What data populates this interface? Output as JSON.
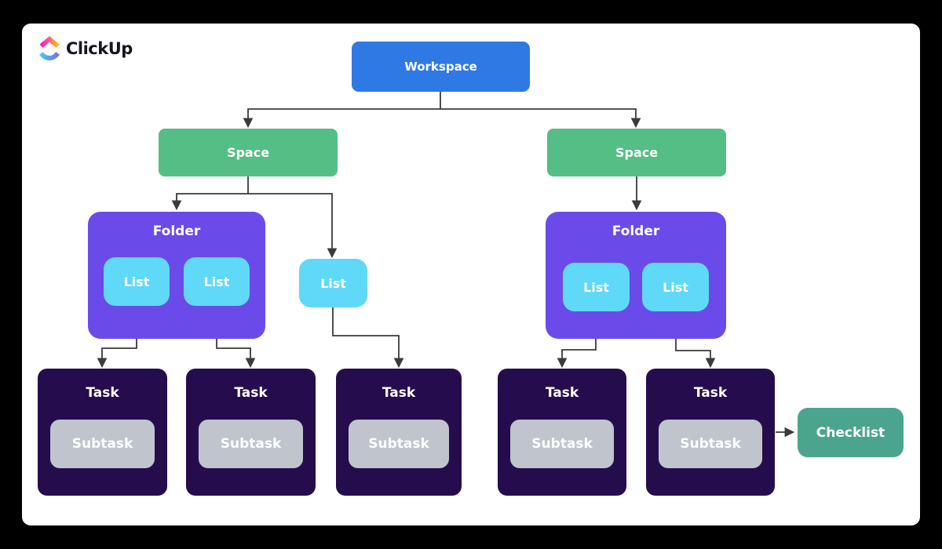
{
  "brand": {
    "name": "ClickUp"
  },
  "colors": {
    "canvas": "#000000",
    "card": "#ffffff",
    "workspace": "#2f79e4",
    "space": "#55be85",
    "folder": "#6a4bea",
    "list": "#5fd9f7",
    "task": "#250d4d",
    "subtask": "#c0c5cd",
    "checklist": "#4ba48d",
    "connector": "#3b3b3b",
    "logo_gradient_top": [
      "#ff02f0",
      "#ffc800"
    ],
    "logo_gradient_bottom": [
      "#49ccf9",
      "#7b68ee"
    ]
  },
  "nodes": {
    "workspace": {
      "label": "Workspace"
    },
    "space_left": {
      "label": "Space"
    },
    "space_right": {
      "label": "Space"
    },
    "folder_left": {
      "label": "Folder"
    },
    "folder_right": {
      "label": "Folder"
    },
    "list_a": {
      "label": "List"
    },
    "list_b": {
      "label": "List"
    },
    "list_standalone": {
      "label": "List"
    },
    "list_c": {
      "label": "List"
    },
    "list_d": {
      "label": "List"
    },
    "task_1": {
      "label": "Task",
      "subtask": "Subtask"
    },
    "task_2": {
      "label": "Task",
      "subtask": "Subtask"
    },
    "task_3": {
      "label": "Task",
      "subtask": "Subtask"
    },
    "task_4": {
      "label": "Task",
      "subtask": "Subtask"
    },
    "task_5": {
      "label": "Task",
      "subtask": "Subtask"
    },
    "checklist": {
      "label": "Checklist"
    }
  },
  "diagram": {
    "type": "hierarchy",
    "edges": [
      [
        "workspace",
        "space_left"
      ],
      [
        "workspace",
        "space_right"
      ],
      [
        "space_left",
        "folder_left"
      ],
      [
        "space_left",
        "list_standalone"
      ],
      [
        "space_right",
        "folder_right"
      ],
      [
        "folder_left",
        "list_a"
      ],
      [
        "folder_left",
        "list_b"
      ],
      [
        "folder_right",
        "list_c"
      ],
      [
        "folder_right",
        "list_d"
      ],
      [
        "list_a",
        "task_1"
      ],
      [
        "list_b",
        "task_2"
      ],
      [
        "list_standalone",
        "task_3"
      ],
      [
        "list_c",
        "task_4"
      ],
      [
        "list_d",
        "task_5"
      ],
      [
        "task_5",
        "checklist"
      ],
      [
        "task_1",
        "subtask"
      ],
      [
        "task_2",
        "subtask"
      ],
      [
        "task_3",
        "subtask"
      ],
      [
        "task_4",
        "subtask"
      ],
      [
        "task_5",
        "subtask"
      ]
    ]
  }
}
